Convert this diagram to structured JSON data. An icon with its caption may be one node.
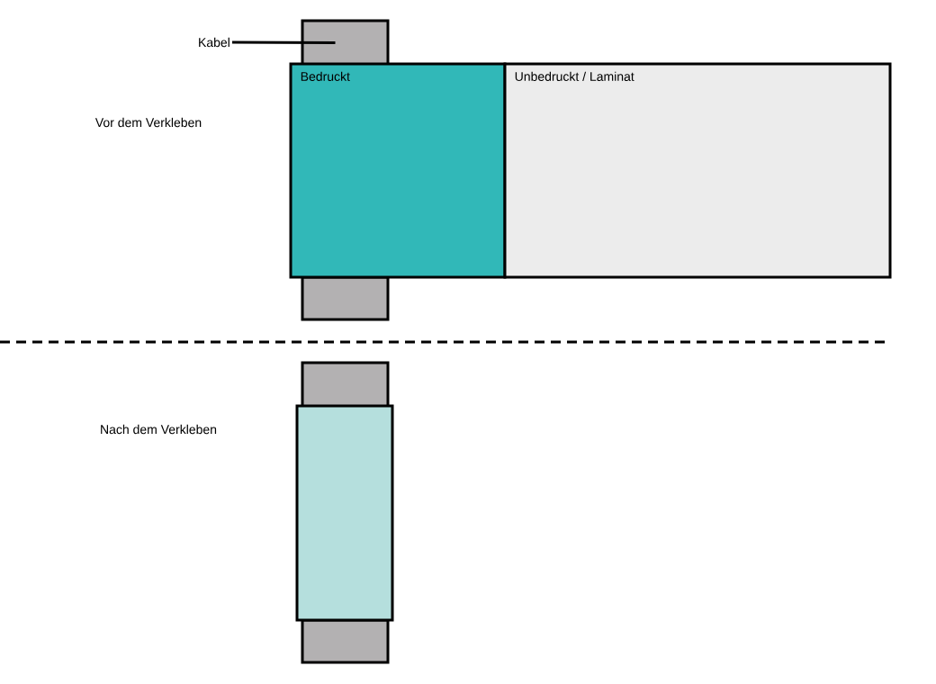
{
  "diagram": {
    "nodes": [
      {
        "text": [
          "Kabel"
        ]
      },
      {
        "text": [],
        "shape": "box"
      },
      {
        "text": [
          "Bedruckt"
        ]
      },
      {
        "text": [
          "Unbedruckt / Laminat"
        ]
      },
      {
        "text": [],
        "shape": "box"
      },
      {
        "text": [],
        "shape": "box"
      },
      {
        "text": [],
        "shape": "box"
      },
      {
        "text": [],
        "shape": "box"
      }
    ],
    "edges": [
      {
        "from": 0,
        "to": 1,
        "arrow": "none"
      }
    ],
    "labels": [
      "Vor dem Verkleben",
      "Nach dem Verkleben"
    ]
  }
}
